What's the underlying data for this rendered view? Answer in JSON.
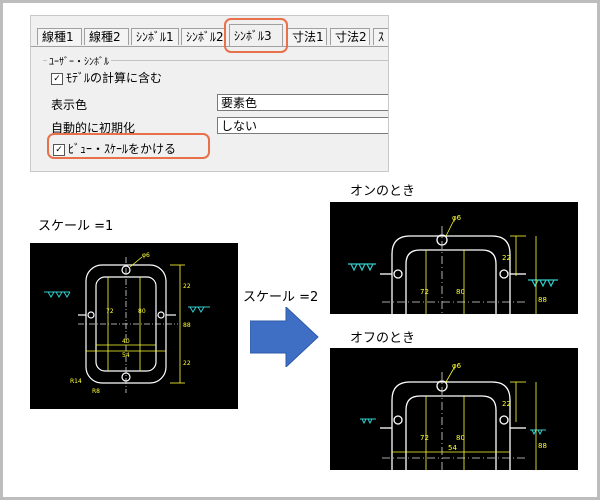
{
  "dialog": {
    "tabs": [
      "線種1",
      "線種2",
      "ｼﾝﾎﾞﾙ1",
      "ｼﾝﾎﾞﾙ2",
      "ｼﾝﾎﾞﾙ3",
      "寸法1",
      "寸法2",
      "ｽ"
    ],
    "selected_tab": "ｼﾝﾎﾞﾙ3",
    "group_label": "ﾕｰｻﾞｰ・ｼﾝﾎﾞﾙ",
    "include_in_model": {
      "label": "ﾓﾃﾞﾙの計算に含む",
      "checked": true
    },
    "display_color": {
      "label": "表示色",
      "value": "要素色"
    },
    "auto_init": {
      "label": "自動的に初期化",
      "value": "しない"
    },
    "view_scale": {
      "label": "ﾋﾞｭｰ・ｽｹｰﾙをかける",
      "checked": true
    },
    "check_mark": "✓"
  },
  "captions": {
    "scale_1": "スケール =1",
    "scale_2": "スケール =2",
    "on": "オンのとき",
    "off": "オフのとき"
  },
  "drawing_labels": {
    "phi6": "φ6",
    "phi6_b": "φ6",
    "n40": "40",
    "n54": "54",
    "n72": "72",
    "n80": "80",
    "n88": "88",
    "n22": "22",
    "n22b": "22",
    "r14": "R14",
    "r8": "R8"
  },
  "colors": {
    "highlight": "#e8704a",
    "arrow": "#3f6fc4",
    "cad_bg": "#000000",
    "cad_line": "#ffffff",
    "cad_dim": "#ffff33",
    "cad_symbol": "#33cccc",
    "cad_center": "#dddddd"
  }
}
